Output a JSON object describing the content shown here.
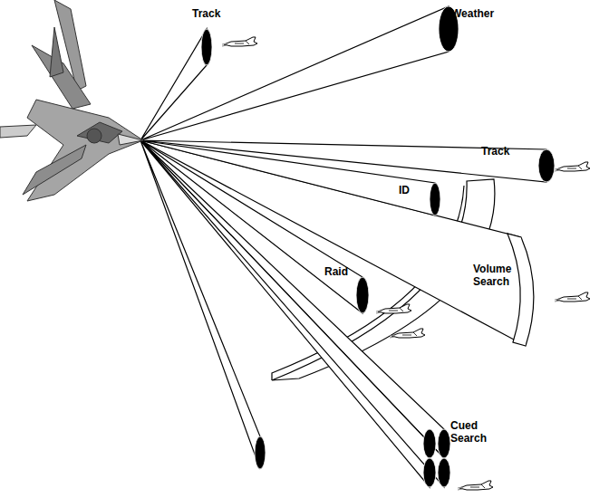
{
  "diagram": {
    "labels": [
      "Track",
      "Weather",
      "Track",
      "ID",
      "Volume Search",
      "Raid",
      "Cued Search"
    ]
  }
}
